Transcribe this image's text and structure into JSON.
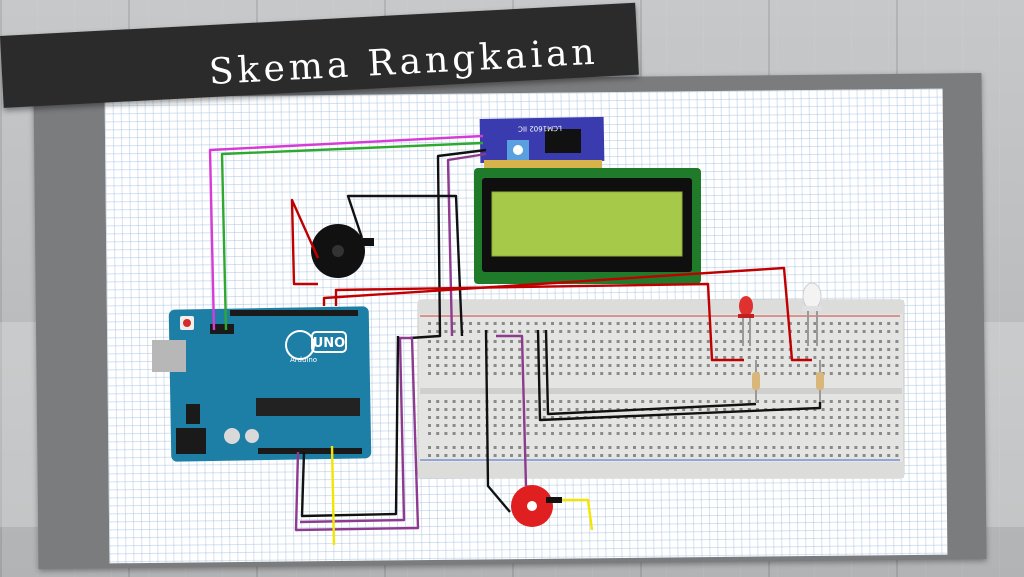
{
  "slide": {
    "title": "Skema Rangkaian"
  },
  "components": {
    "arduino": {
      "label": "UNO",
      "brand": "Arduino"
    },
    "i2c_module": {
      "label": "LCM1602 IIC"
    },
    "lcd": {
      "name": "16x2 LCD"
    },
    "buzzer": {
      "name": "buzzer"
    },
    "led_red": {
      "name": "red LED"
    },
    "led_white": {
      "name": "white LED"
    },
    "sensor": {
      "name": "pulse sensor"
    }
  },
  "colors": {
    "wire_red": "#c00000",
    "wire_black": "#111111",
    "wire_purple": "#8e3a8e",
    "wire_magenta": "#d83ad8",
    "wire_green": "#2ea82e",
    "wire_yellow": "#f2e600",
    "arduino_blue": "#1e7fa6",
    "lcd_green": "#a6c94a"
  }
}
